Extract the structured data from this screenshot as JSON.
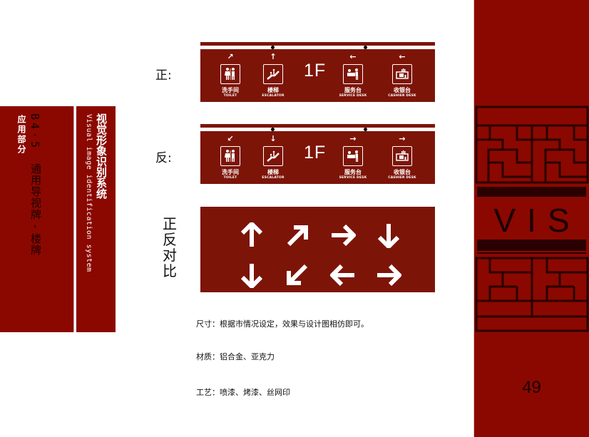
{
  "sidebar": {
    "section_category": "应用部分",
    "section_number": "B4·5",
    "section_title": "通用导视牌 - 楼牌",
    "system_title_cn": "视觉形象识别系统",
    "system_title_en": "Visual image identification system"
  },
  "labels": {
    "front": "正:",
    "back": "反:",
    "compare": "正反对比"
  },
  "signs": {
    "front": {
      "floor": "1F",
      "items": [
        {
          "arrow": "↗",
          "icon": "toilet-icon",
          "cn": "洗手间",
          "en": "TOILET"
        },
        {
          "arrow": "↑",
          "icon": "escalator-icon",
          "cn": "楼梯",
          "en": "ESCALATOR"
        },
        {
          "arrow": "←",
          "icon": "service-desk-icon",
          "cn": "服务台",
          "en": "SERVICE DESK"
        },
        {
          "arrow": "←",
          "icon": "cashier-desk-icon",
          "cn": "收银台",
          "en": "CASHIER DESK"
        }
      ]
    },
    "back": {
      "floor": "1F",
      "items": [
        {
          "arrow": "↙",
          "icon": "toilet-icon",
          "cn": "洗手间",
          "en": "TOILET"
        },
        {
          "arrow": "↓",
          "icon": "escalator-icon",
          "cn": "楼梯",
          "en": "ESCALATOR"
        },
        {
          "arrow": "→",
          "icon": "service-desk-icon",
          "cn": "服务台",
          "en": "SERVICE DESK"
        },
        {
          "arrow": "→",
          "icon": "cashier-desk-icon",
          "cn": "收银台",
          "en": "CASHIER DESK"
        }
      ]
    }
  },
  "comparison": {
    "front_arrows": [
      "up",
      "up-right",
      "right",
      "down"
    ],
    "back_arrows": [
      "down",
      "down-left",
      "left",
      "right"
    ]
  },
  "specs": {
    "size": "尺寸：根据市情况设定，效果与设计图相仿即可。",
    "material": "材质：铝合金、亚克力",
    "process": "工艺：喷漆、烤漆、丝网印"
  },
  "right_column": {
    "vis": "VIS",
    "page_number": "49"
  },
  "colors": {
    "brand_red": "#8b0800",
    "sign_red": "#7d1408",
    "dark_band": "#2a0000"
  }
}
